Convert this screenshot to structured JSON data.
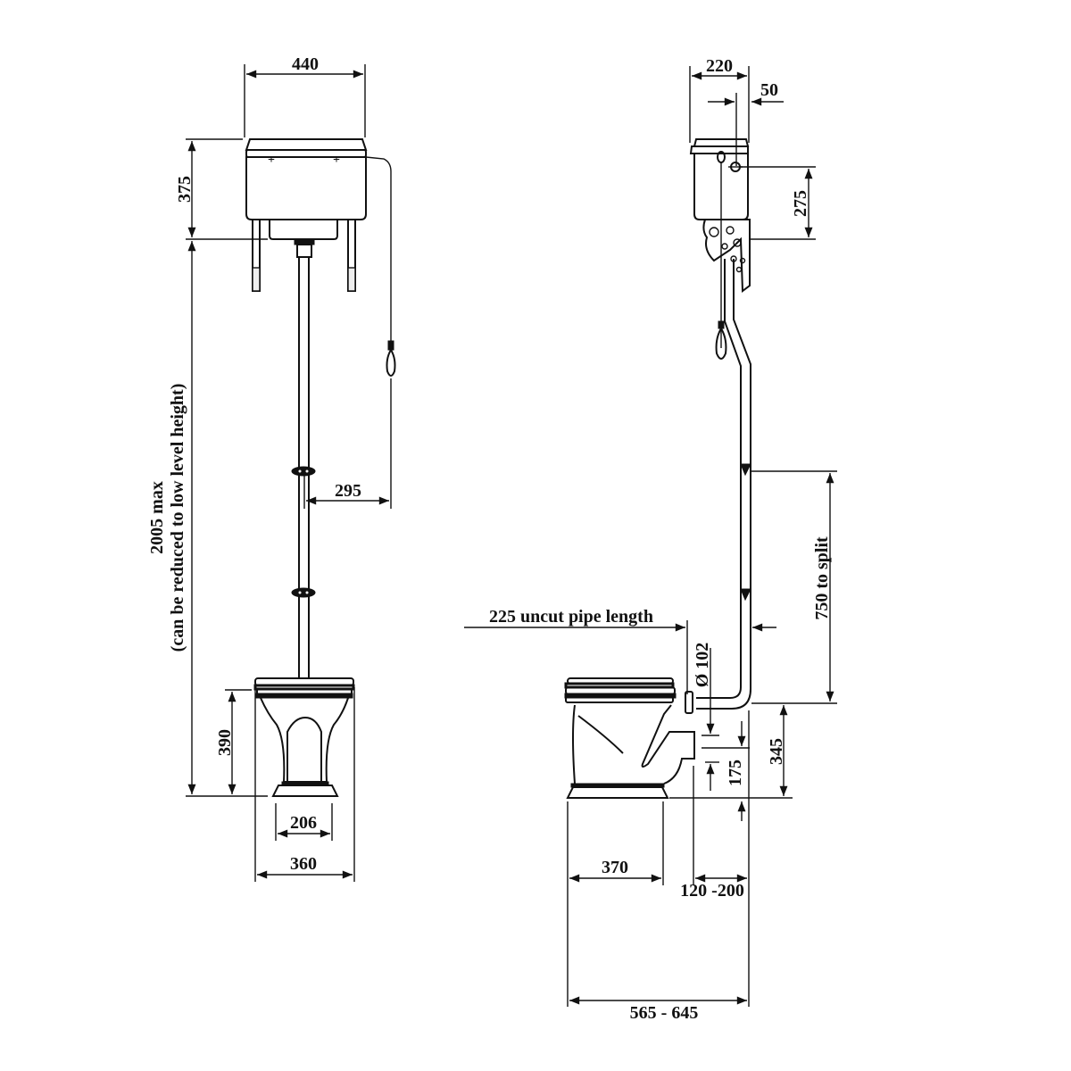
{
  "diagram": {
    "type": "technical drawing",
    "subject": "High level WC cistern with pan and flush pipe",
    "views": [
      {
        "name": "front-view",
        "dimensions": {
          "cistern_width": "440",
          "cistern_height": "375",
          "overall_height": "2005 max",
          "overall_height_note": "(can be reduced to low level height)",
          "pull_chain_offset": "295",
          "pan_height": "390",
          "pan_foot_width": "206",
          "pan_width": "360"
        }
      },
      {
        "name": "side-view",
        "dimensions": {
          "cistern_depth": "220",
          "wall_offset": "50",
          "cistern_fixing_height": "275",
          "pipe_split": "750 to split",
          "uncut_pipe": "225 uncut pipe length",
          "outlet_diameter": "Ø 102",
          "outlet_height": "345",
          "outlet_center": "175",
          "pan_projection": "370",
          "outlet_to_wall": "120 -200",
          "overall_projection": "565 - 645"
        }
      }
    ]
  }
}
